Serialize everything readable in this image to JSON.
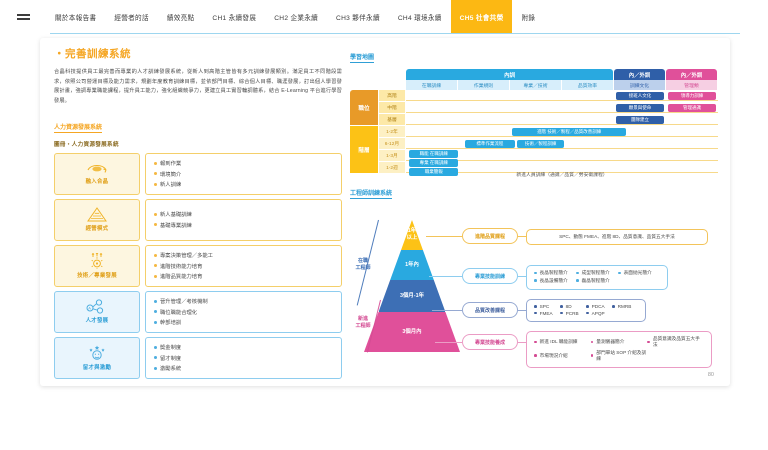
{
  "nav": {
    "menu_icon": "hamburger-icon",
    "items": [
      {
        "label": "關於本報告書",
        "active": false
      },
      {
        "label": "經營者的話",
        "active": false
      },
      {
        "label": "績效亮點",
        "active": false
      },
      {
        "label": "CH1 永續發展",
        "active": false
      },
      {
        "label": "CH2 企業永續",
        "active": false
      },
      {
        "label": "CH3 夥伴永續",
        "active": false
      },
      {
        "label": "CH4 環境永續",
        "active": false
      },
      {
        "label": "CH5 社會共榮",
        "active": true
      },
      {
        "label": "附錄",
        "active": false
      }
    ],
    "active_color": "#fcb813"
  },
  "left": {
    "heading": "・完善訓練系統",
    "paragraph": "合晶科技提供員工最完善而專業的人才訓練發展系統，從新人到高階主管皆有多元訓練發展類別。滿足員工不同階段需求，依照公司營運目標及能力需求，規劃年度教育訓練目標，並依部門目標、綜合個人目標、職涯發展，訂出個人學習發展計畫，強調專業職能課程，提升員工能力，強化組織競爭力，更建立員工實習輪調體系，結合 E-Learning 平台進行學習發展。",
    "section_link": "人力資源發展系統",
    "section_caption": "圖冊・人力資源發展系統",
    "rows": [
      {
        "icon": "handshake-icon",
        "label": "融入合晶",
        "theme": "yellow",
        "items": [
          "報到作業",
          "環境簡介",
          "新人訓練"
        ]
      },
      {
        "icon": "pyramid-icon",
        "label": "經營模式",
        "theme": "yellow",
        "items": [
          "新人基礎訓練",
          "基礎專業訓練"
        ]
      },
      {
        "icon": "gear-icon",
        "label": "技術／專業發展",
        "theme": "yellow",
        "items": [
          "專案決策管理／多能工",
          "進階技術能力培育",
          "進階品質能力培育"
        ]
      },
      {
        "icon": "network-icon",
        "label": "人才發展",
        "theme": "blue",
        "items": [
          "晉升管理／考核機制",
          "職位職能合理化",
          "幹部培訓"
        ]
      },
      {
        "icon": "award-icon",
        "label": "留才與激勵",
        "theme": "blue",
        "items": [
          "獎金制度",
          "留才制度",
          "激勵系統"
        ]
      }
    ]
  },
  "learning_map": {
    "link": "學習地圖",
    "group_headers": [
      {
        "label": "內訓",
        "theme": "blue",
        "span": 4
      },
      {
        "label": "內／外訓",
        "theme": "darkblue",
        "span": 1
      },
      {
        "label": "內／外訓",
        "theme": "pink",
        "span": 1
      }
    ],
    "sub_headers": [
      {
        "label": "在職訓練",
        "theme": "blue"
      },
      {
        "label": "作業規則",
        "theme": "blue"
      },
      {
        "label": "專業／技術",
        "theme": "blue"
      },
      {
        "label": "品質效率",
        "theme": "blue"
      },
      {
        "label": "訓練文化",
        "theme": "darkblue"
      },
      {
        "label": "管理類",
        "theme": "pink"
      }
    ],
    "side_groups": [
      {
        "label": "職位",
        "theme": "orange",
        "rows": [
          "高階",
          "中階",
          "基層"
        ]
      },
      {
        "label": "階層",
        "theme": "yellow",
        "rows": [
          "1-2年",
          "6-12月",
          "1-3月",
          "1-2週"
        ]
      }
    ],
    "pills": [
      {
        "text": "接班人文化",
        "theme": "darkblue"
      },
      {
        "text": "願景與使命",
        "theme": "darkblue"
      },
      {
        "text": "團隊建立",
        "theme": "darkblue"
      },
      {
        "text": "領導力訓練",
        "theme": "pink"
      },
      {
        "text": "管理通識",
        "theme": "pink"
      },
      {
        "text": "進階 技術／製程／品質改善訓練",
        "theme": "blue"
      },
      {
        "text": "標準作業流程",
        "theme": "blue"
      },
      {
        "text": "技術／製程訓練",
        "theme": "blue"
      },
      {
        "text": "職能 在職訓練",
        "theme": "blue"
      },
      {
        "text": "專業 在職訓練",
        "theme": "blue"
      },
      {
        "text": "職業簡報",
        "theme": "blue"
      }
    ],
    "bottom_text": "新進人員訓練（通識／品質／勞安衛課程）"
  },
  "pyramid": {
    "link": "工程師訓練系統",
    "side_labels": [
      {
        "text": "在職\n工程師",
        "color": "#3d6fb5"
      },
      {
        "text": "新進\n工程師",
        "color": "#d44b93"
      }
    ],
    "tiers": [
      {
        "label": "1年\n以上",
        "color": "#fcc216",
        "theme": "y"
      },
      {
        "label": "1年內",
        "color": "#29a9e0",
        "theme": "b"
      },
      {
        "label": "3個月-1年",
        "color": "#3d6fb5",
        "theme": "db"
      },
      {
        "label": "3個月內",
        "color": "#e0509a",
        "theme": "p"
      }
    ],
    "branches": [
      {
        "tag": "進階品質課程",
        "theme": "y",
        "layout": "plain",
        "items": [
          "SPC、動態 FMEA、進階 8D、品質意識、品質五大手法"
        ]
      },
      {
        "tag": "專業技能訓練",
        "theme": "b",
        "layout": "grid3",
        "items": [
          "長晶製程簡介",
          "成型製程簡介",
          "表面拋光簡介",
          "長晶設備簡介",
          "磊晶製程簡介"
        ]
      },
      {
        "tag": "品質改善課程",
        "theme": "db",
        "layout": "grid4",
        "items": [
          "SPC",
          "8D",
          "PDCA",
          "RMRB",
          "FMEA",
          "PCRB",
          "APQP"
        ]
      },
      {
        "tag": "專業技能養成",
        "theme": "p",
        "layout": "grid3",
        "items": [
          "新進 IDL 職能訓練",
          "量測儀器簡介",
          "品質意識及品質五大手法",
          "市場現況介紹",
          "部門單站 SOP 介紹及訓練"
        ]
      }
    ]
  },
  "page_number": "80"
}
